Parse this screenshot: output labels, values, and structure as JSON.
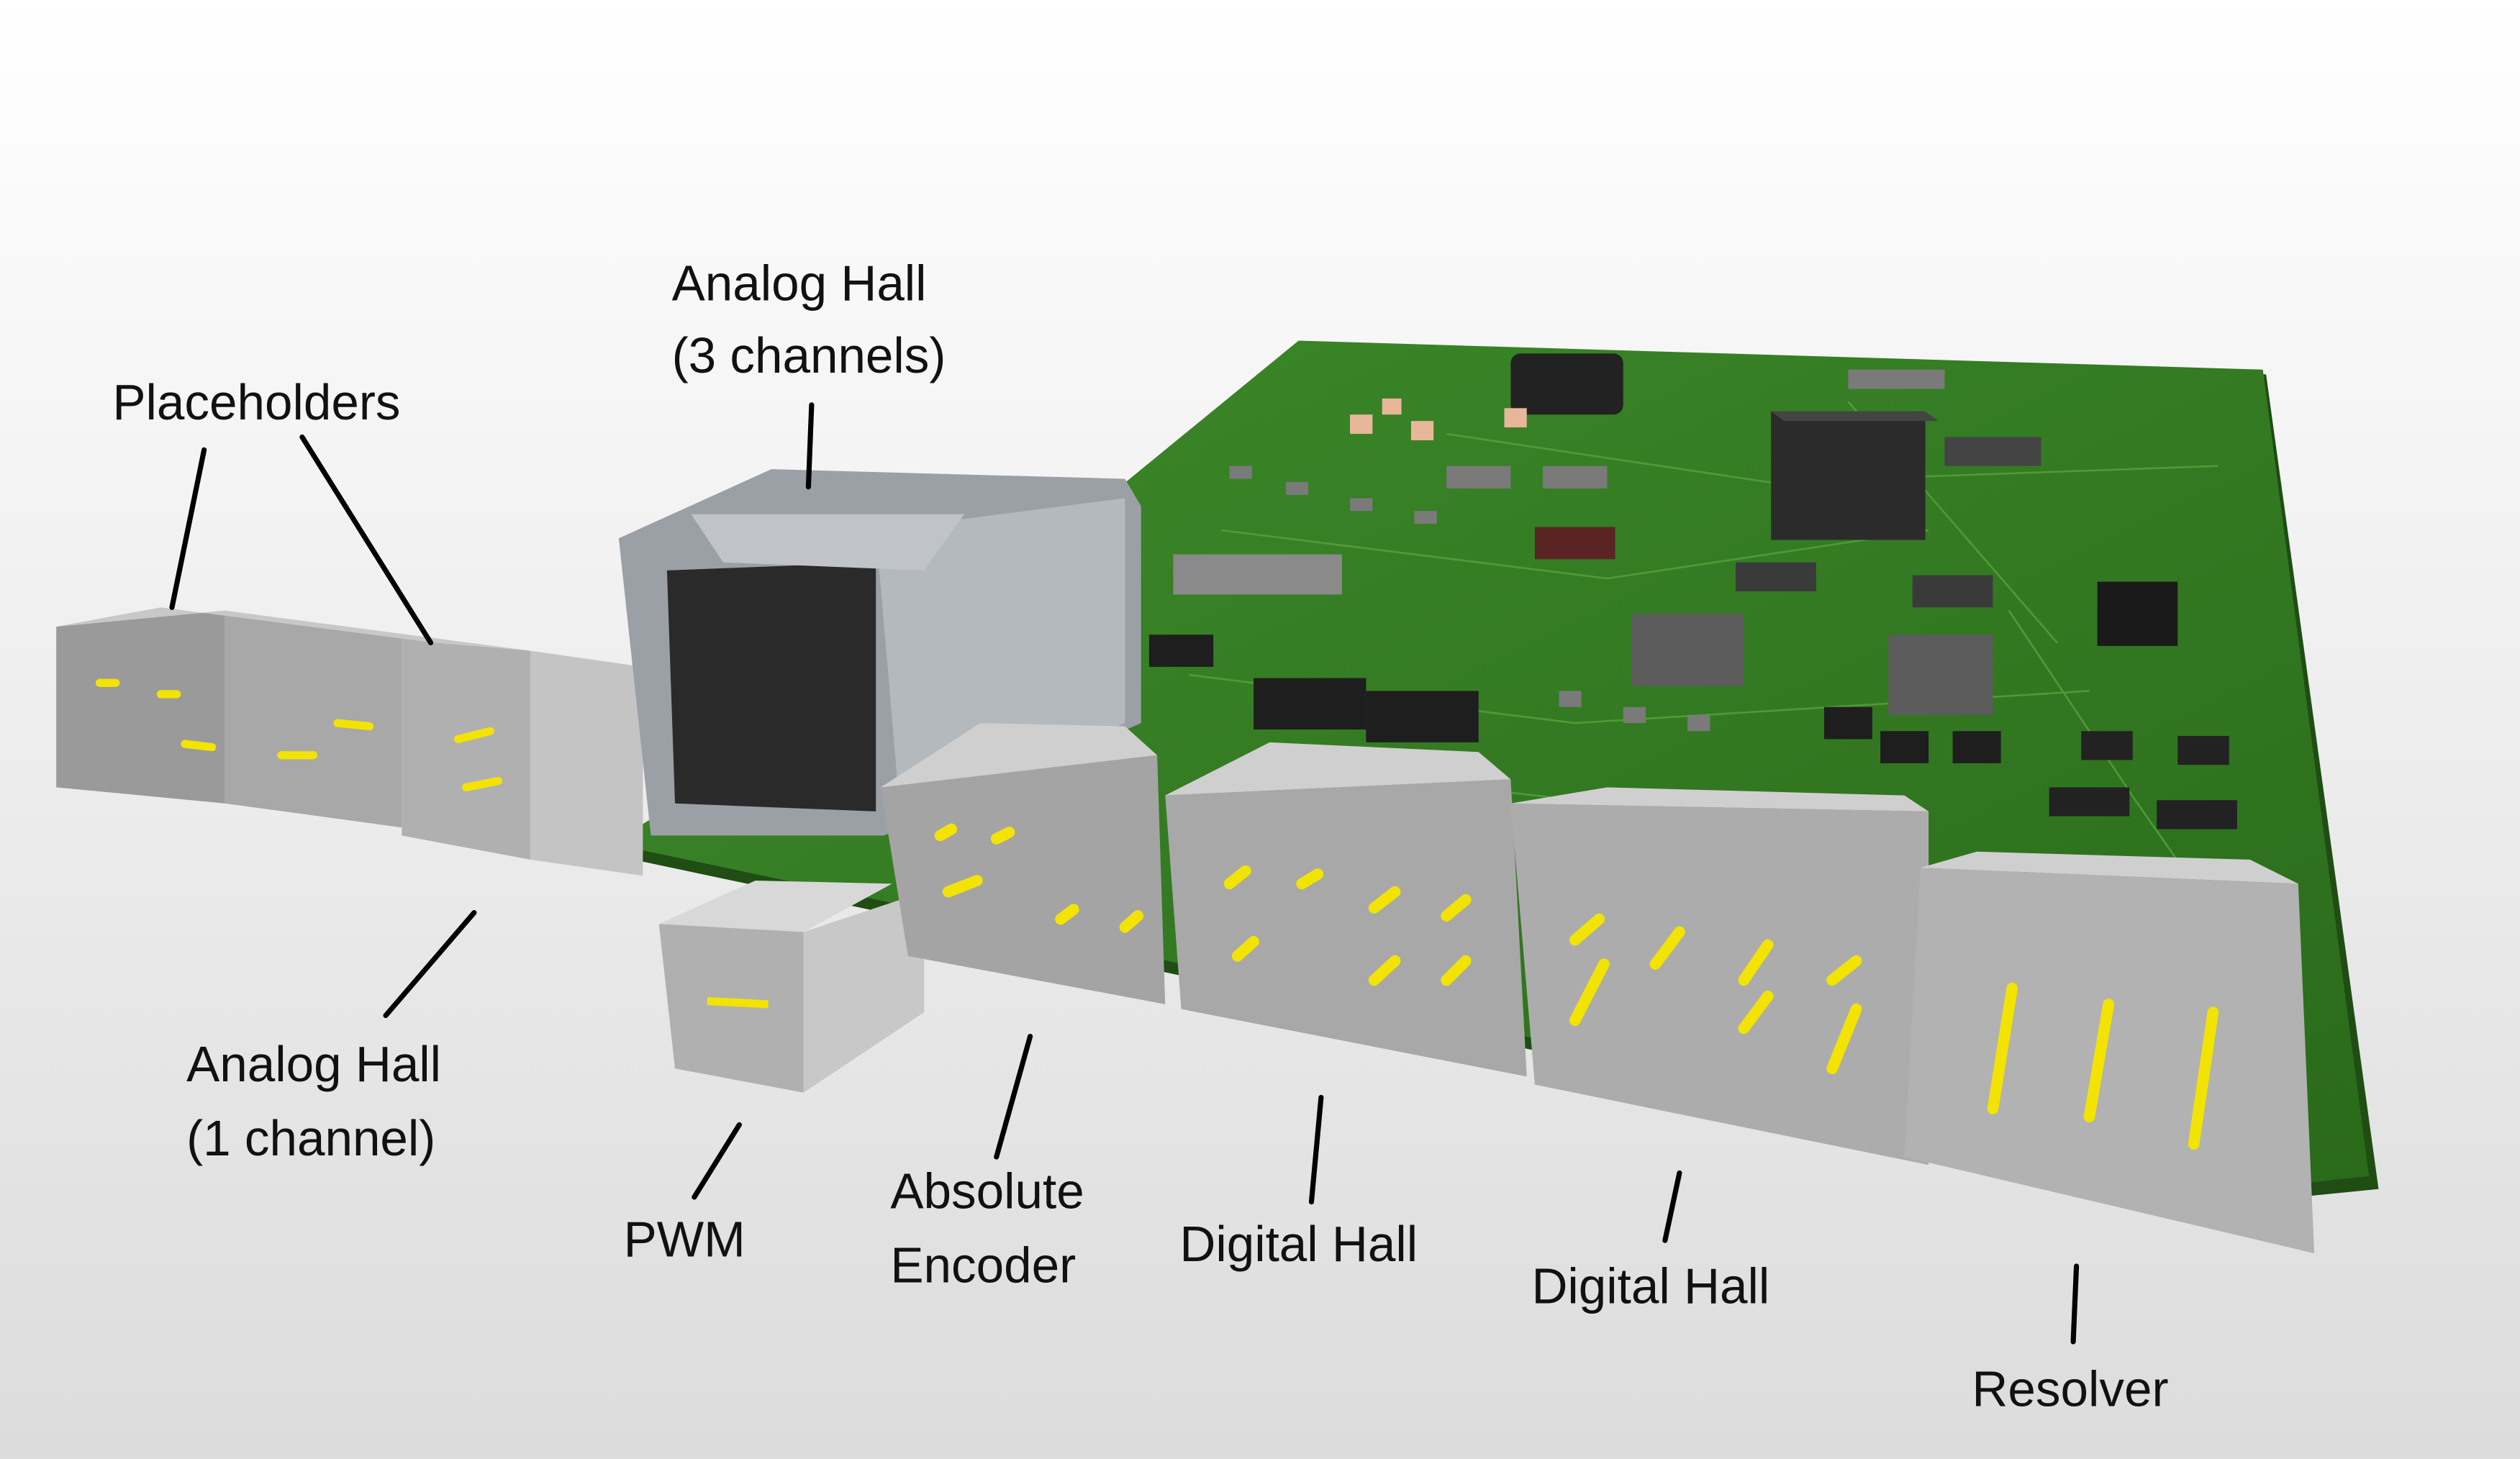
{
  "labels": {
    "analog_hall_3ch": [
      "Analog Hall",
      "(3 channels)"
    ],
    "placeholders": "Placeholders",
    "analog_hall_1ch": [
      "Analog Hall",
      "(1 channel)"
    ],
    "pwm": "PWM",
    "absolute_encoder": [
      "Absolute",
      "Encoder"
    ],
    "digital_hall_1": "Digital Hall",
    "digital_hall_2": "Digital Hall",
    "resolver": "Resolver"
  },
  "colors": {
    "pcb": "#2f7a1f",
    "connector": "#a6a6a6",
    "pins": "#f2e400",
    "chip": "#2a2a2a",
    "rj45": "#9aa0a6"
  }
}
